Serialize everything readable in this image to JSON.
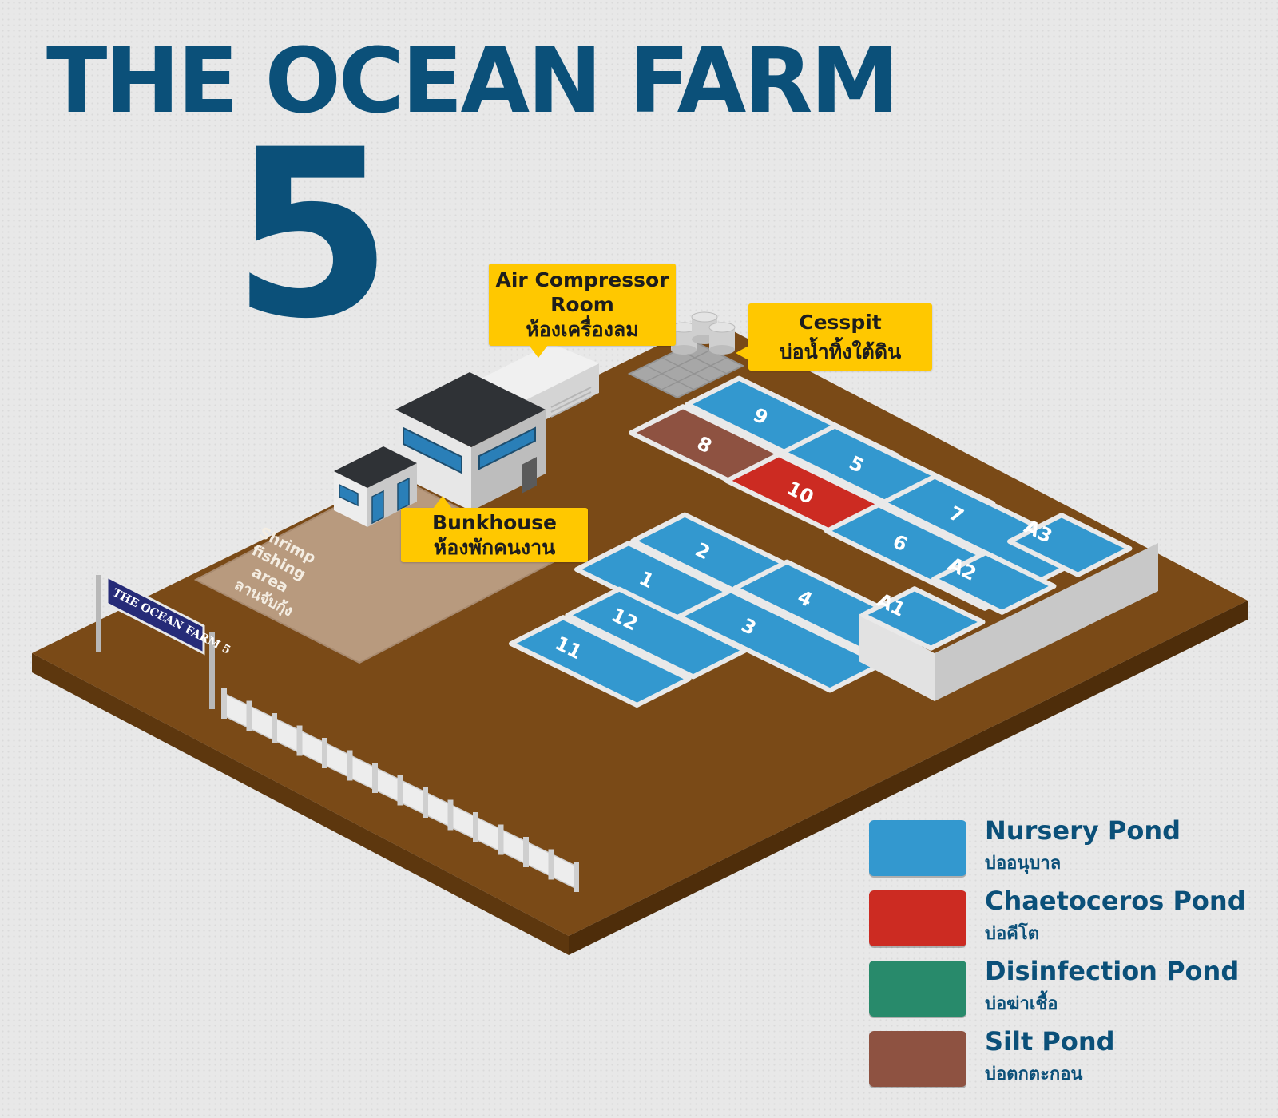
{
  "title": "THE OCEAN FARM",
  "farm_number": "5",
  "colors": {
    "title": "#0b5079",
    "ground_top": "#7a4a17",
    "ground_side": "#5d370e",
    "nursery": "#3398cf",
    "chaetoceros": "#cc2b22",
    "disinfection": "#288a6b",
    "silt": "#8e5241",
    "callout": "#ffc800"
  },
  "callouts": {
    "air_compressor": {
      "en1": "Air Compressor",
      "en2": "Room",
      "th": "ห้องเครื่องลม"
    },
    "cesspit": {
      "en": "Cesspit",
      "th": "บ่อน้ำทิ้งใต้ดิน"
    },
    "bunkhouse": {
      "en": "Bunkhouse",
      "th": "ห้องพักคนงาน"
    }
  },
  "fishing_area": {
    "lines": [
      "Shrimp",
      "fishing",
      "area",
      "ลานจับกุ้ง"
    ]
  },
  "entrance_sign": "THE OCEAN FARM 5",
  "ponds": [
    {
      "label": "8",
      "type": "silt"
    },
    {
      "label": "9",
      "type": "nursery"
    },
    {
      "label": "10",
      "type": "chaetoceros"
    },
    {
      "label": "5",
      "type": "nursery"
    },
    {
      "label": "6",
      "type": "nursery"
    },
    {
      "label": "7",
      "type": "nursery"
    },
    {
      "label": "1",
      "type": "nursery"
    },
    {
      "label": "2",
      "type": "nursery"
    },
    {
      "label": "3",
      "type": "nursery"
    },
    {
      "label": "4",
      "type": "nursery"
    },
    {
      "label": "11",
      "type": "nursery"
    },
    {
      "label": "12",
      "type": "nursery"
    },
    {
      "label": "A1",
      "type": "nursery"
    },
    {
      "label": "A2",
      "type": "nursery"
    },
    {
      "label": "A3",
      "type": "nursery"
    }
  ],
  "legend": [
    {
      "en": "Nursery Pond",
      "th": "บ่ออนุบาล",
      "color": "#3398cf"
    },
    {
      "en": "Chaetoceros Pond",
      "th": "บ่อคีโต",
      "color": "#cc2b22"
    },
    {
      "en": "Disinfection Pond",
      "th": "บ่อฆ่าเชื้อ",
      "color": "#288a6b"
    },
    {
      "en": "Silt Pond",
      "th": "บ่อตกตะกอน",
      "color": "#8e5241"
    }
  ]
}
